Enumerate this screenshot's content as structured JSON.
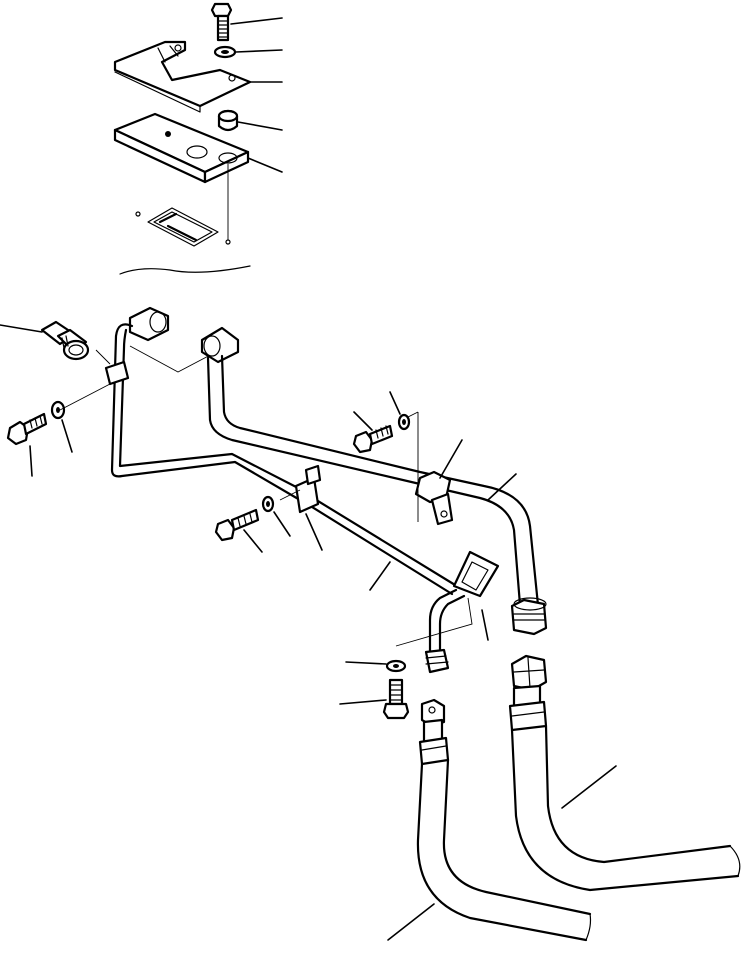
{
  "diagram": {
    "kind": "exploded parts illustration",
    "line_color": "#000000",
    "background": "#ffffff",
    "callouts": [],
    "components": [
      "mounting-bolt",
      "washer",
      "bracket-plate",
      "spacer-collar",
      "mounting-block",
      "floor-cutout",
      "pressure-switch-sensor",
      "tube-assembly-left",
      "tube-assembly-right",
      "tube-clamp",
      "tube-assembly-center",
      "hose-left",
      "hose-right"
    ]
  }
}
